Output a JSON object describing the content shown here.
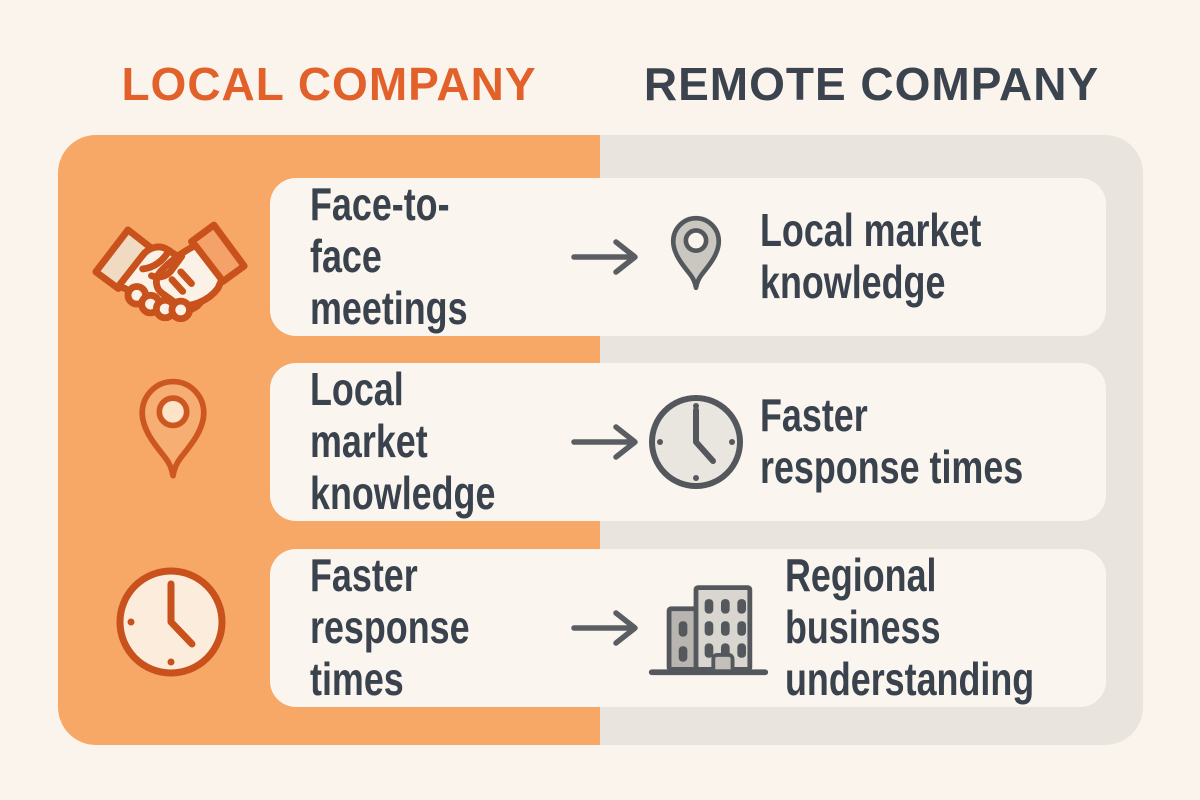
{
  "headers": {
    "left": "LOCAL COMPANY",
    "right": "REMOTE COMPANY"
  },
  "rows": [
    {
      "left_icon": "handshake-icon",
      "left_text": "Face-to-face meetings",
      "arrow_icon": "right-arrow-icon",
      "right_icon": "location-pin-icon",
      "right_text": "Local market knowledge"
    },
    {
      "left_icon": "location-pin-icon",
      "left_text": "Local market knowledge",
      "arrow_icon": "right-arrow-icon",
      "right_icon": "clock-icon",
      "right_text": "Faster response times"
    },
    {
      "left_icon": "clock-icon",
      "left_text": "Faster response times",
      "arrow_icon": "right-arrow-icon",
      "right_icon": "building-icon",
      "right_text": "Regional business understanding"
    }
  ],
  "colors": {
    "background": "#faf4ec",
    "local_panel": "#f7a766",
    "remote_panel": "#e9e5de",
    "card": "#faf6ef",
    "local_header_text": "#e2612a",
    "remote_header_text": "#3a434e",
    "body_text": "#39424d",
    "orange_icon_stroke": "#c8511c",
    "orange_icon_fill": "#fcecdc",
    "gray_icon_stroke": "#54585c",
    "gray_icon_fill": "#d9d6d0",
    "arrow": "#5a5e62"
  }
}
